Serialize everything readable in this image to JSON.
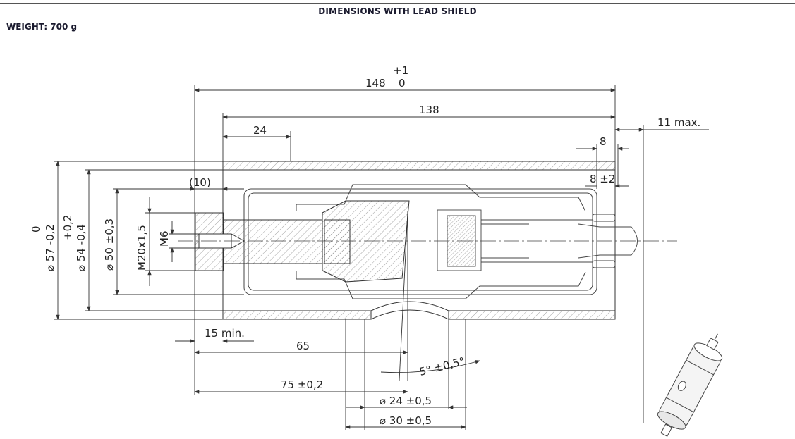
{
  "header": {
    "title": "DIMENSIONS WITH LEAD SHIELD"
  },
  "weight": {
    "label": "WEIGHT: 700 g"
  },
  "dimensions": {
    "total_length": "148",
    "total_upper_tol": "+1",
    "total_lower_tol": "0",
    "body_length": "138",
    "flange_length": "24",
    "clearance": "11 max.",
    "end_cap": "8",
    "pin_length": "8 ±2",
    "ref_ten": "(10)",
    "diam_57": "⌀ 57 -0,2",
    "diam_57_upper": "0",
    "diam_54": "⌀ 54 -0,4",
    "diam_54_upper": "+0,2",
    "diam_50": "⌀ 50 ±0,3",
    "thread_m20": "M20x1,5",
    "thread_m6": "M6",
    "min_15": "15 min.",
    "len_65": "65",
    "len_75": "75 ±0,2",
    "angle": "5° ±0,5°",
    "diam_24": "⌀ 24 ±0,5",
    "diam_30": "⌀ 30 ±0,5"
  }
}
